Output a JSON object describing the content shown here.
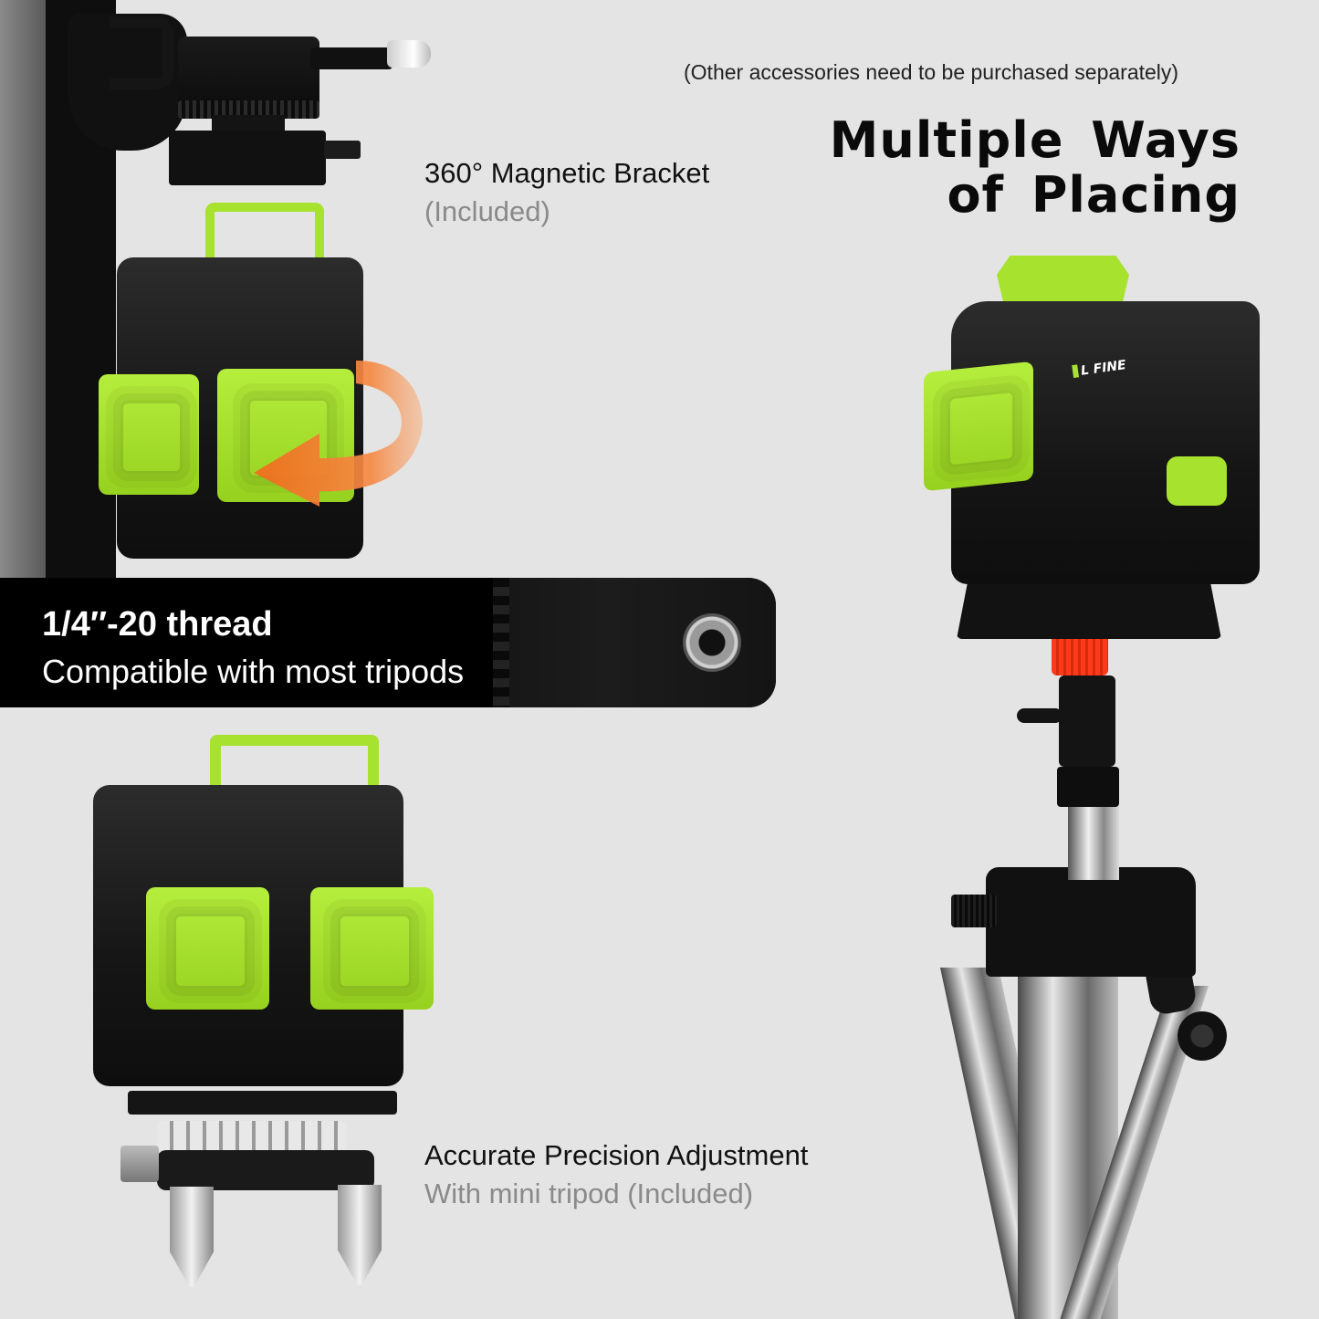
{
  "note": "(Other accessories need to be purchased separately)",
  "headline": {
    "line1": "Multiple Ways",
    "line2": "of Placing"
  },
  "features": [
    {
      "title": "360° Magnetic Bracket",
      "subtitle": "(Included)"
    },
    {
      "title": "1/4″-20 thread",
      "subtitle": "Compatible with most tripods"
    },
    {
      "title": "Accurate Precision Adjustment",
      "subtitle": "With mini tripod (Included)"
    }
  ],
  "brand": {
    "logo_text": "L FINE"
  },
  "colors": {
    "background": "#e4e4e4",
    "accent_green": "#a6e22e",
    "rotation_arrow_orange": "#f26a1b",
    "tripod_knob_red": "#ff3a1a",
    "banner_black": "#000000"
  },
  "illustrations": [
    {
      "name": "laser-level-on-magnetic-bracket",
      "icon": "rotation-arrow-icon"
    },
    {
      "name": "laser-level-on-mini-tripod"
    },
    {
      "name": "laser-level-on-tall-tripod"
    }
  ]
}
